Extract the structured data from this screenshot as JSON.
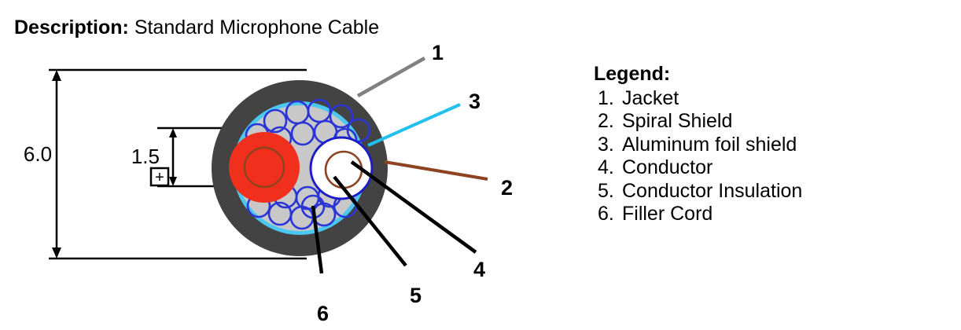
{
  "description": {
    "label": "Description:",
    "value": "Standard Microphone Cable"
  },
  "legend": {
    "title": "Legend:",
    "items": [
      {
        "num": "1.",
        "label": "Jacket"
      },
      {
        "num": "2.",
        "label": "Spiral Shield"
      },
      {
        "num": "3.",
        "label": "Aluminum foil shield"
      },
      {
        "num": "4.",
        "label": "Conductor"
      },
      {
        "num": "5.",
        "label": "Conductor Insulation"
      },
      {
        "num": "6.",
        "label": "Filler Cord"
      }
    ]
  },
  "dimensions": {
    "outer_diameter": "6.0",
    "inner_diameter": "1.5",
    "tolerance_symbol": "+"
  },
  "callouts": [
    {
      "id": "1",
      "label": "1",
      "target": "jacket",
      "leader_color": "#808080"
    },
    {
      "id": "2",
      "label": "2",
      "target": "spiral-shield",
      "leader_color": "#8c4420"
    },
    {
      "id": "3",
      "label": "3",
      "target": "aluminum-foil-shield",
      "leader_color": "#22c0ee"
    },
    {
      "id": "4",
      "label": "4",
      "target": "conductor",
      "leader_color": "#000000"
    },
    {
      "id": "5",
      "label": "5",
      "target": "conductor-insulation",
      "leader_color": "#000000"
    },
    {
      "id": "6",
      "label": "6",
      "target": "filler-cord",
      "leader_color": "#000000"
    }
  ],
  "colors": {
    "jacket": "#434343",
    "foil_shield": "#4cc8f0",
    "filler_area": "#c8c8c8",
    "shield_strand_outline": "#2b35d6",
    "red_conductor": "#f0301c",
    "red_conductor_inner": "#8c4420",
    "white_insulation": "#ffffff",
    "insulation_outline": "#1c1cc8",
    "copper_conductor": "#8c4420",
    "background": "#ffffff"
  }
}
